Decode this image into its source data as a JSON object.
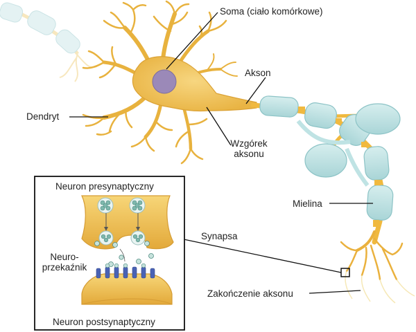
{
  "labels": {
    "soma": "Soma (ciało komórkowe)",
    "axon": "Akson",
    "dendrite": "Dendryt",
    "axon_hillock_line1": "Wzgórek",
    "axon_hillock_line2": "aksonu",
    "myelin": "Mielina",
    "synapse": "Synapsa",
    "axon_terminal": "Zakończenie aksonu"
  },
  "inset": {
    "presynaptic": "Neuron presynaptyczny",
    "postsynaptic": "Neuron postsynaptyczny",
    "neurotransmitter_line1": "Neuro-",
    "neurotransmitter_line2": "przekaźnik"
  },
  "colors": {
    "neuron_fill": "#f2c14e",
    "neuron_edge": "#d9a030",
    "nucleus": "#9b89b8",
    "myelin": "#bfe3e4",
    "myelin_edge": "#8cc3c6",
    "receptor": "#4a63b5",
    "vesicle": "#d5ebe9"
  }
}
